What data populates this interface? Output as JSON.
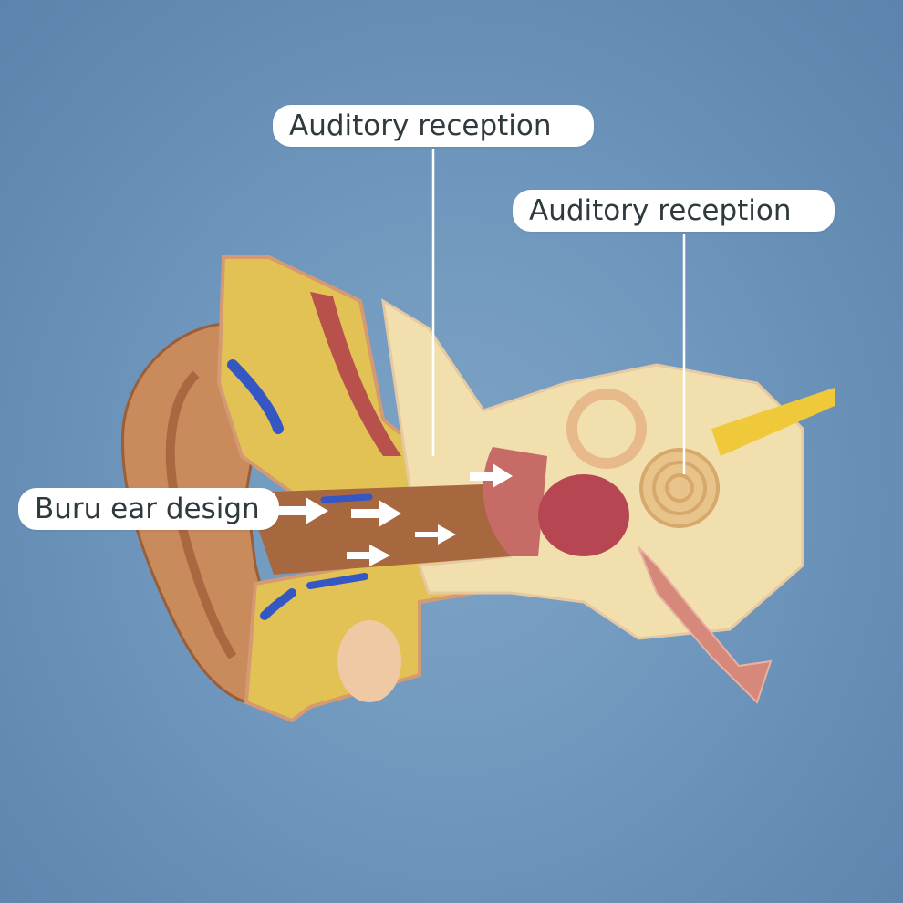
{
  "labels": {
    "auditory_reception_1": "Auditory reception",
    "auditory_reception_2": "Auditory reception",
    "buru_ear_design": "Buru ear design"
  },
  "colors": {
    "background": "#6f97bd",
    "label_bg": "#ffffff",
    "label_text": "#2f3a3e",
    "skin": "#c98a5c",
    "fat_tissue": "#e2c255",
    "bone": "#f1dfae",
    "vessel": "#3457c4",
    "muscle": "#b8504c"
  }
}
